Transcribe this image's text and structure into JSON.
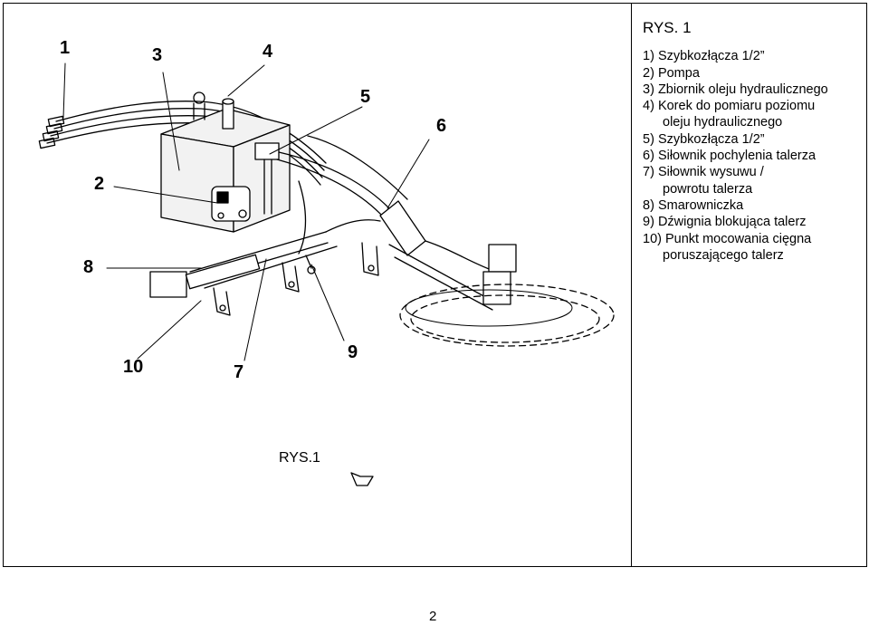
{
  "callouts": [
    {
      "id": "1",
      "label": "1"
    },
    {
      "id": "2",
      "label": "2"
    },
    {
      "id": "3",
      "label": "3"
    },
    {
      "id": "4",
      "label": "4"
    },
    {
      "id": "5",
      "label": "5"
    },
    {
      "id": "6",
      "label": "6"
    },
    {
      "id": "7",
      "label": "7"
    },
    {
      "id": "8",
      "label": "8"
    },
    {
      "id": "9",
      "label": "9"
    },
    {
      "id": "10",
      "label": "10"
    }
  ],
  "legend": {
    "title": "RYS. 1",
    "items": [
      {
        "num": "1)",
        "text": "Szybkozłącza 1/2”",
        "cont": ""
      },
      {
        "num": "2)",
        "text": "Pompa",
        "cont": ""
      },
      {
        "num": "3)",
        "text": "Zbiornik oleju hydraulicznego",
        "cont": ""
      },
      {
        "num": "4)",
        "text": "Korek do pomiaru poziomu",
        "cont": "oleju hydraulicznego"
      },
      {
        "num": "5)",
        "text": "Szybkozłącza 1/2”",
        "cont": ""
      },
      {
        "num": "6)",
        "text": "Siłownik pochylenia talerza",
        "cont": ""
      },
      {
        "num": "7)",
        "text": "Siłownik wysuwu /",
        "cont": "powrotu talerza"
      },
      {
        "num": "8)",
        "text": "Smarowniczka",
        "cont": ""
      },
      {
        "num": "9)",
        "text": "Dźwignia blokująca talerz",
        "cont": ""
      },
      {
        "num": "10)",
        "text": "Punkt mocowania cięgna",
        "cont": "poruszającego talerz"
      }
    ]
  },
  "caption": "RYS.1",
  "page_number": "2",
  "colors": {
    "line": "#000000",
    "background": "#ffffff",
    "tank_fill": "#f2f2f2"
  }
}
